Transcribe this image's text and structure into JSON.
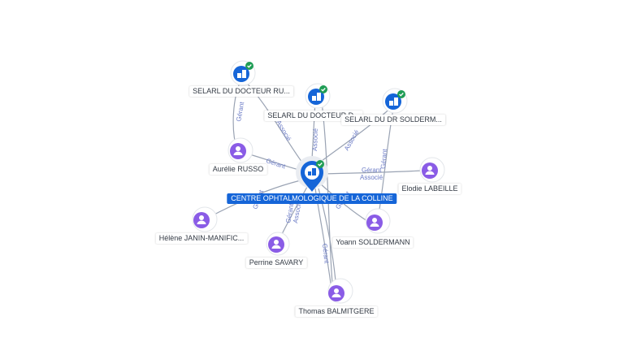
{
  "colors": {
    "company": "#1565d8",
    "person": "#8a5ce6",
    "check": "#1f9d55",
    "edge": "#9aa3b3",
    "edge_label": "#6b7bc6"
  },
  "center": {
    "label": "CENTRE OPHTALMOLOGIQUE DE LA COLLINE",
    "icon": "company-building-icon"
  },
  "companies": [
    {
      "label": "SELARL DU DOCTEUR RU...",
      "icon": "company-building-icon"
    },
    {
      "label": "SELARL DU DOCTEUR D...",
      "icon": "company-building-icon"
    },
    {
      "label": "SELARL DU DR SOLDERM...",
      "icon": "company-building-icon"
    }
  ],
  "people": [
    {
      "label": "Aurélie RUSSO",
      "icon": "person-icon"
    },
    {
      "label": "Elodie LABEILLE",
      "icon": "person-icon"
    },
    {
      "label": "Hélène JANIN-MANIFIC...",
      "icon": "person-icon"
    },
    {
      "label": "Perrine SAVARY",
      "icon": "person-icon"
    },
    {
      "label": "Yoann SOLDERMANN",
      "icon": "person-icon"
    },
    {
      "label": "Thomas BALMITGERE",
      "icon": "person-icon"
    }
  ],
  "edge_labels": {
    "gerant": "Gérant",
    "associe": "Associé"
  }
}
